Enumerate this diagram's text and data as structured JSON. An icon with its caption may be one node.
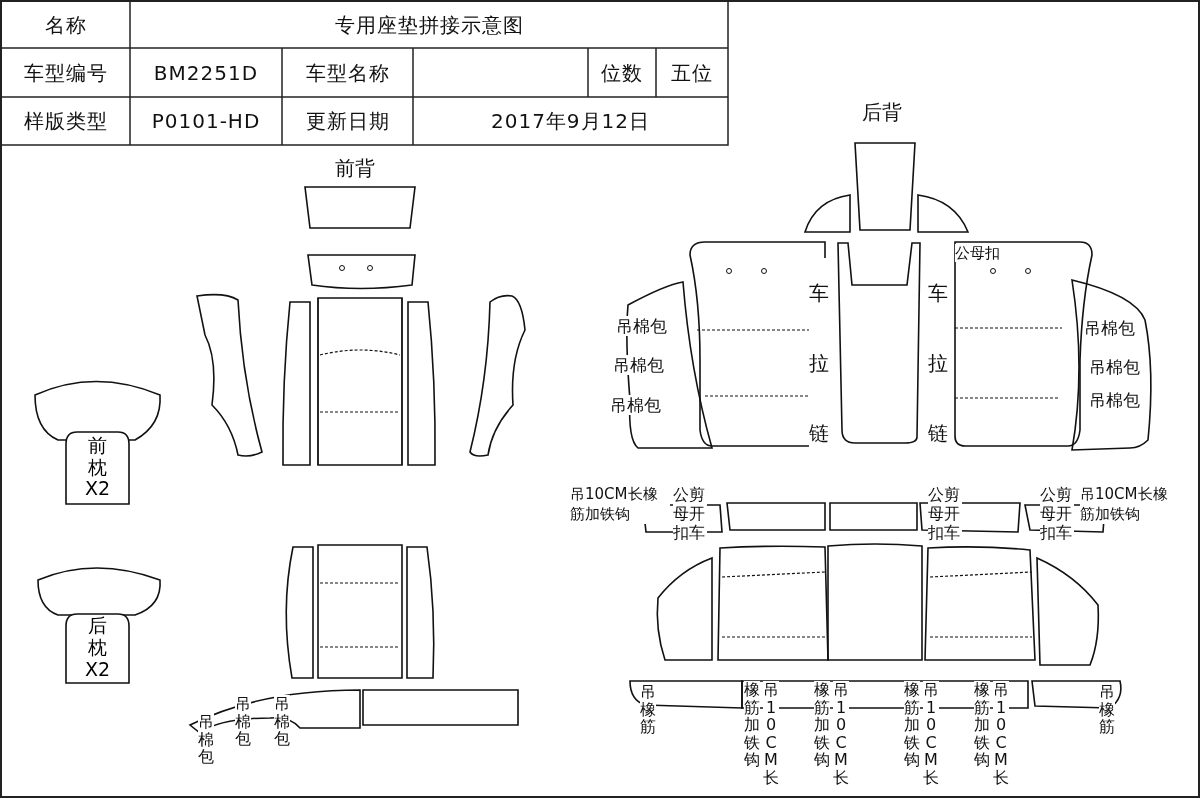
{
  "diagram": {
    "nodes": [
      {
        "text": [
          "前枕",
          "X2"
        ]
      },
      {
        "text": [
          "后枕",
          "X2"
        ]
      }
    ],
    "labels": [
      "名称",
      "专用座垫拼接示意图",
      "车型编号",
      "BM2251D",
      "车型名称",
      "位数",
      "五位",
      "样版类型",
      "P0101-HD",
      "更新日期",
      "2017年9月12日",
      "后背",
      "前背",
      "公母扣",
      "车拉链",
      "车拉链",
      "吊棉包",
      "吊棉包",
      "吊棉包",
      "吊棉包",
      "吊棉包",
      "吊棉包",
      "吊10CM长橡筋加铁钩",
      "公剪母开扣车",
      "公剪母开扣车",
      "公剪母开扣车",
      "吊10CM长橡筋加铁钩",
      "吊橡筋",
      "橡筋加铁钩",
      "吊10CM长",
      "橡筋加铁钩",
      "吊10CM长",
      "橡筋加铁钩",
      "吊10CM长",
      "橡筋加铁钩",
      "吊10CM长",
      "吊橡筋",
      "吊棉包",
      "吊棉包",
      "吊棉包"
    ]
  }
}
